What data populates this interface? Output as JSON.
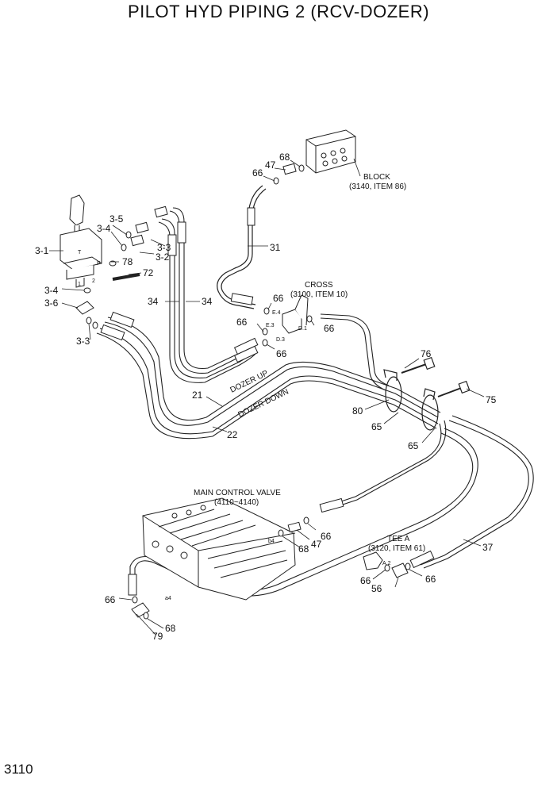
{
  "title": "PILOT HYD PIPING 2 (RCV-DOZER)",
  "page_number": "3110",
  "callouts": {
    "block": "BLOCK",
    "block_ref": "(3140, ITEM 86)",
    "cross": "CROSS",
    "cross_ref": "(3100, ITEM 10)",
    "main_control_valve": "MAIN CONTROL VALVE",
    "main_control_valve_ref": "(4110~4140)",
    "tee_a": "TEE A",
    "tee_a_ref": "(3120, ITEM 61)",
    "dozer_up": "DOZER UP",
    "dozer_down": "DOZER DOWN"
  },
  "port_marks": {
    "e4": "E.4",
    "e3": "E.3",
    "d1": "D.1",
    "d3": "D.3",
    "b4": "b4",
    "a4": "a4",
    "a2": "A.2",
    "t": "T",
    "p": "P",
    "one": "1",
    "two": "2"
  },
  "part_labels": {
    "p68a": "68",
    "p47a": "47",
    "p66a": "66",
    "p3_5": "3-5",
    "p3_4a": "3-4",
    "p3_1": "3-1",
    "p3_3a": "3-3",
    "p3_2": "3-2",
    "p78": "78",
    "p72": "72",
    "p31": "31",
    "p34a": "34",
    "p34b": "34",
    "p3_4b": "3-4",
    "p3_6": "3-6",
    "p3_3b": "3-3",
    "p66b": "66",
    "p66c": "66",
    "p66d": "66",
    "p66e": "66",
    "p76": "76",
    "p75": "75",
    "p80": "80",
    "p21": "21",
    "p22": "22",
    "p65a": "65",
    "p65b": "65",
    "p66f": "66",
    "p47b": "47",
    "p68b": "68",
    "p37": "37",
    "p66g": "66",
    "p56": "56",
    "p66h": "66",
    "p66i": "66",
    "p79": "79",
    "p68c": "68"
  }
}
